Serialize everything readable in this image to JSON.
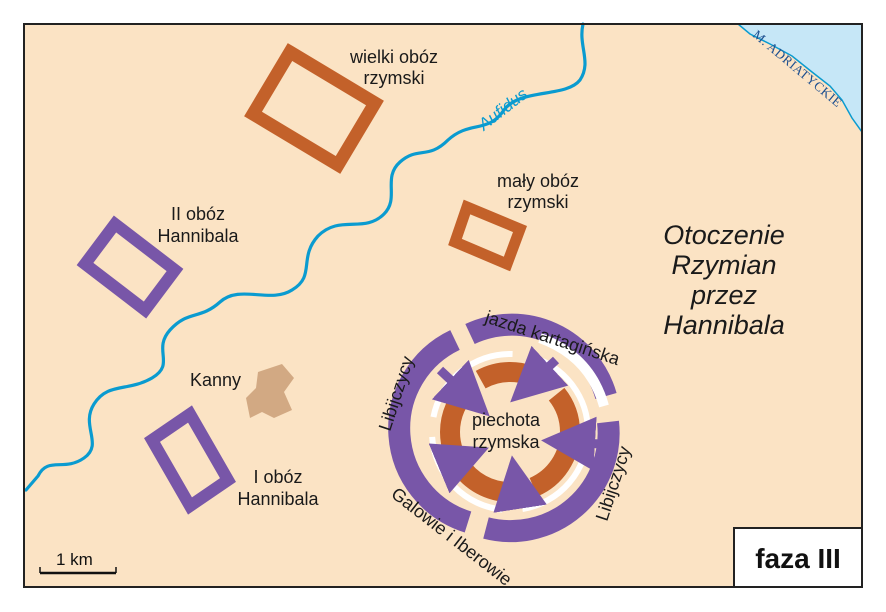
{
  "sea": {
    "label": "M. ADRIATYCKIE"
  },
  "river": {
    "label": "Aufidus"
  },
  "camps": {
    "big_roman": {
      "line1": "wielki obóz",
      "line2": "rzymski"
    },
    "small_roman": {
      "line1": "mały obóz",
      "line2": "rzymski"
    },
    "hannibal_2": {
      "line1": "II obóz",
      "line2": "Hannibala"
    },
    "hannibal_1": {
      "line1": "I obóz",
      "line2": "Hannibala"
    }
  },
  "town": {
    "label": "Kanny"
  },
  "title": {
    "line1": "Otoczenie",
    "line2": "Rzymian",
    "line3": "przez",
    "line4": "Hannibala"
  },
  "battle": {
    "cavalry": "jazda kartagińska",
    "libyans_left": "Libijczycy",
    "libyans_right": "Libijczycy",
    "gauls": "Galowie i Iberowie",
    "infantry_line1": "piechota",
    "infantry_line2": "rzymska"
  },
  "scale": {
    "label": "1 km"
  },
  "phase": {
    "label": "faza III"
  },
  "colors": {
    "land": "#fbe3c4",
    "sea": "#c6e7f7",
    "river": "#0a9bd0",
    "roman": "#c3612a",
    "carthaginian": "#7856a8",
    "town": "#d2a983",
    "border": "#222222"
  }
}
